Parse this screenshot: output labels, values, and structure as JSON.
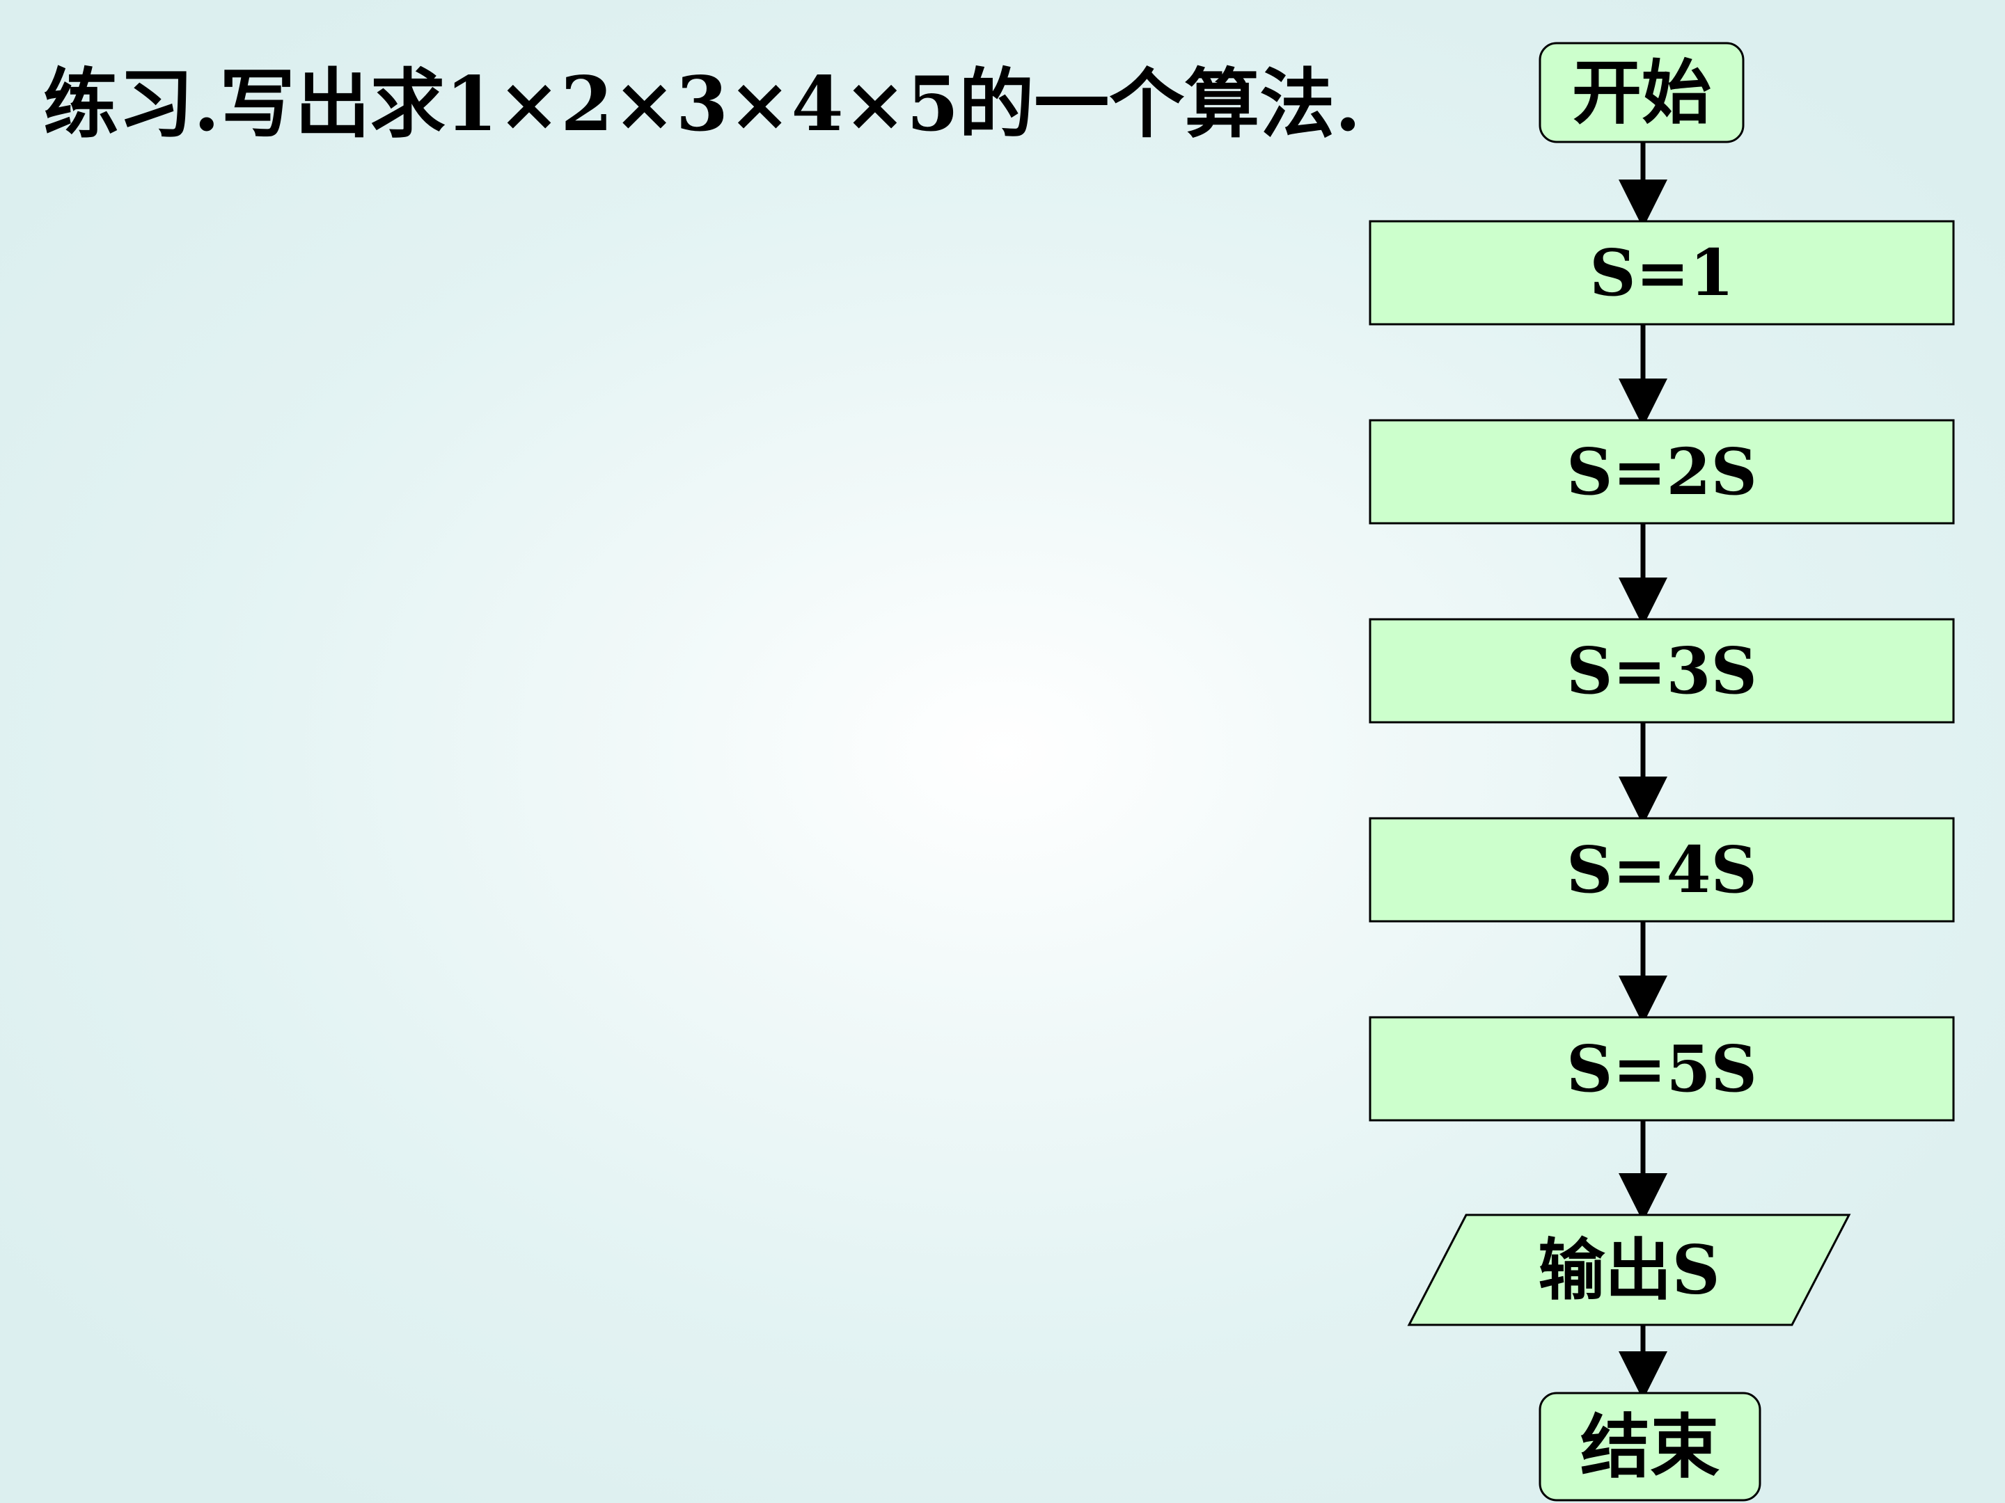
{
  "title": "练习.写出求1×2×3×4×5的一个算法.",
  "colors": {
    "node_fill": "#ccffcc",
    "node_stroke": "#000000",
    "arrow": "#000000"
  },
  "flowchart": {
    "nodes": [
      {
        "id": "start",
        "type": "terminal",
        "label": "开始"
      },
      {
        "id": "s1",
        "type": "process",
        "label": "S=1"
      },
      {
        "id": "s2",
        "type": "process",
        "label": "S=2S"
      },
      {
        "id": "s3",
        "type": "process",
        "label": "S=3S"
      },
      {
        "id": "s4",
        "type": "process",
        "label": "S=4S"
      },
      {
        "id": "s5",
        "type": "process",
        "label": "S=5S"
      },
      {
        "id": "output",
        "type": "io",
        "label": "输出S"
      },
      {
        "id": "end",
        "type": "terminal",
        "label": "结束"
      }
    ],
    "edges": [
      {
        "from": "start",
        "to": "s1"
      },
      {
        "from": "s1",
        "to": "s2"
      },
      {
        "from": "s2",
        "to": "s3"
      },
      {
        "from": "s3",
        "to": "s4"
      },
      {
        "from": "s4",
        "to": "s5"
      },
      {
        "from": "s5",
        "to": "output"
      },
      {
        "from": "output",
        "to": "end"
      }
    ]
  }
}
